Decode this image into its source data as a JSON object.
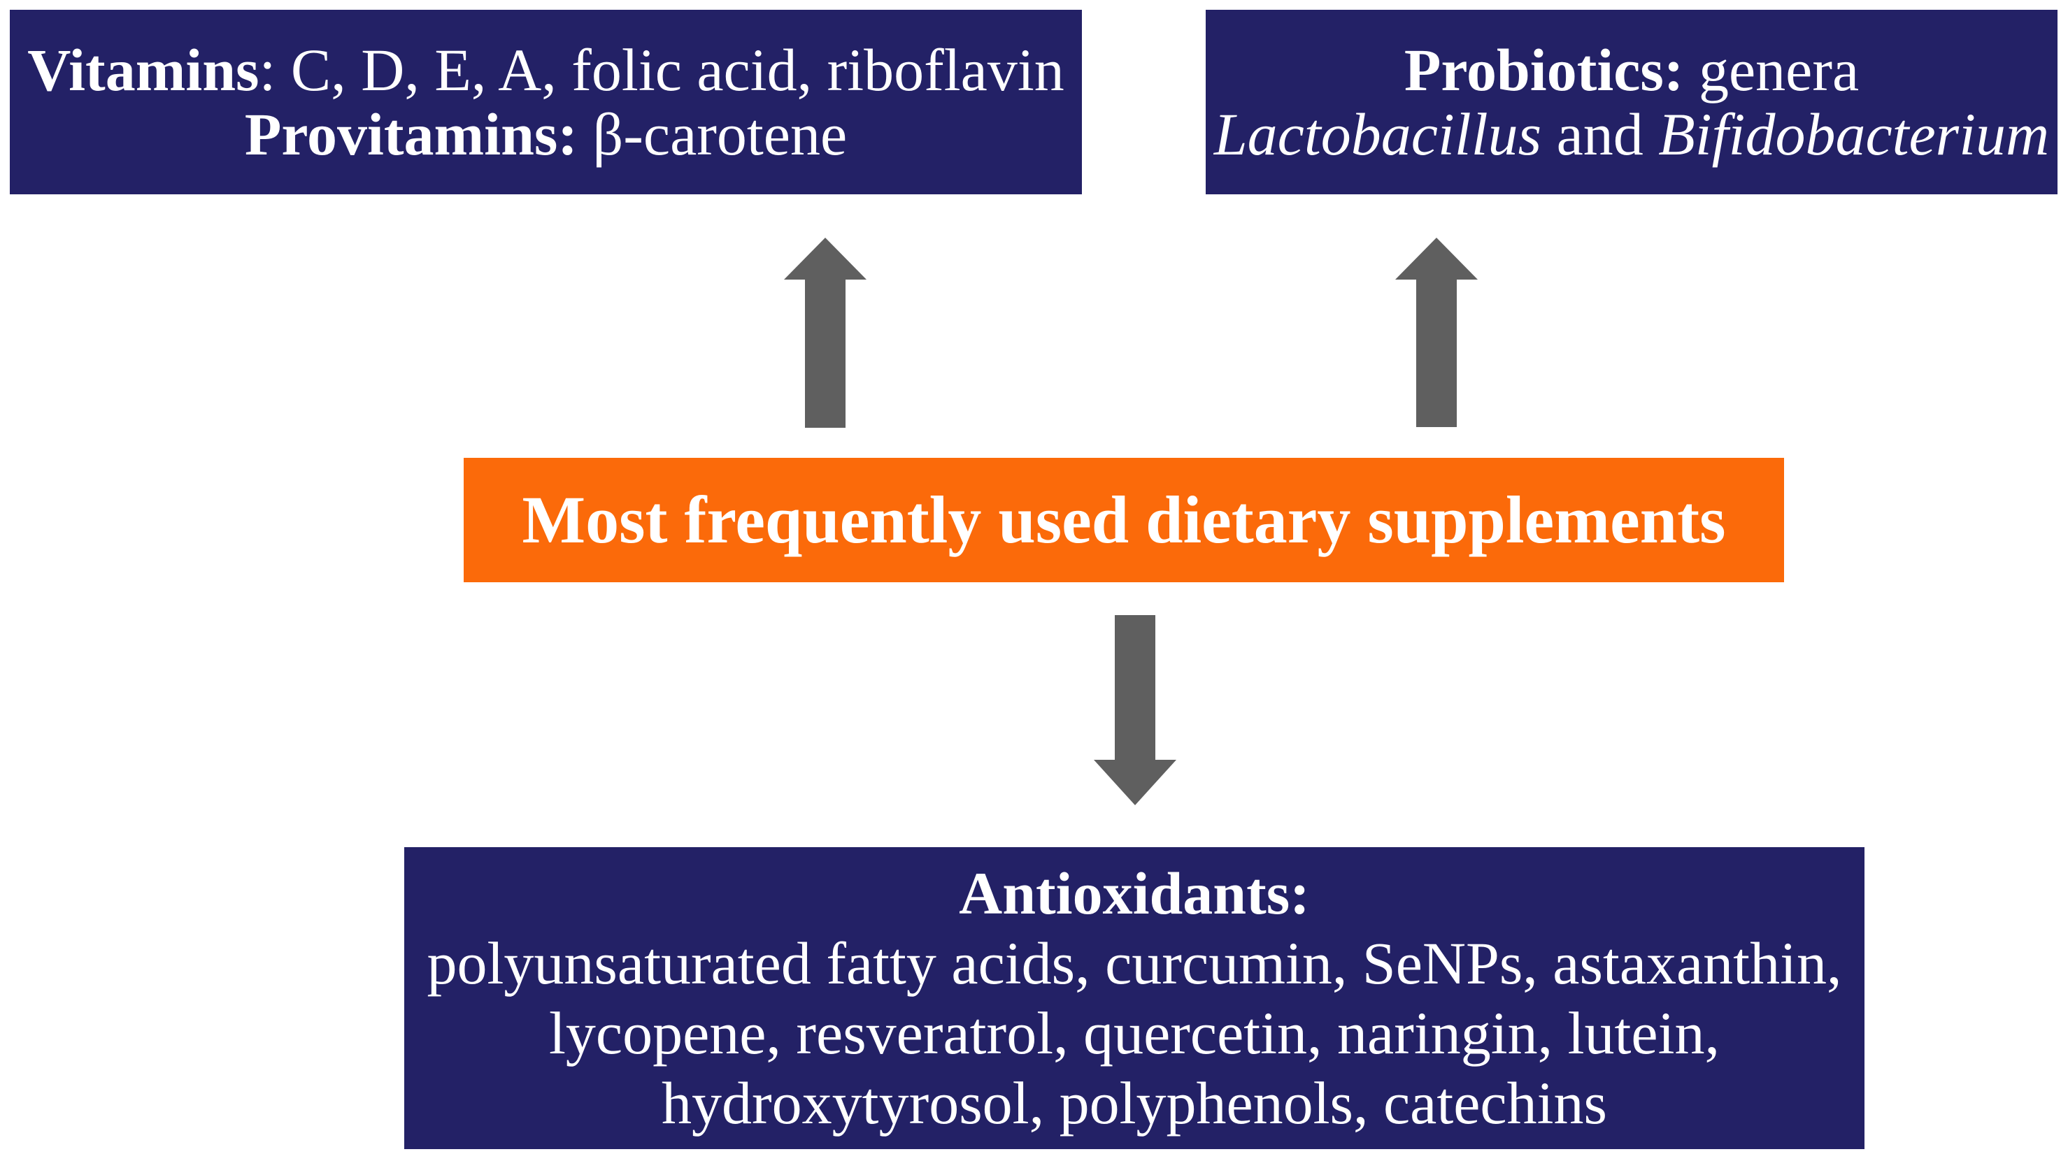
{
  "colors": {
    "navy": "#232166",
    "orange": "#FB6A0A",
    "arrow_gray": "#5F5F5F",
    "text_white": "#FFFFFF"
  },
  "boxes": {
    "vitamins": {
      "line1_bold": "Vitamins",
      "line1_rest": ": C, D, E, A, folic acid, riboflavin",
      "line2_bold": "Provitamins:",
      "line2_rest": " β-carotene"
    },
    "probiotics": {
      "line1_bold": "Probiotics:",
      "line1_rest": " genera",
      "line2_italic1": "Lactobacillus",
      "line2_mid": " and ",
      "line2_italic2": "Bifidobacterium"
    },
    "supplements": {
      "label": "Most frequently used dietary supplements"
    },
    "antioxidants": {
      "heading": "Antioxidants:",
      "line2": "polyunsaturated fatty acids, curcumin, SeNPs, astaxanthin,",
      "line3": "lycopene, resveratrol, quercetin, naringin, lutein,",
      "line4": "hydroxytyrosol, polyphenols, catechins"
    }
  }
}
